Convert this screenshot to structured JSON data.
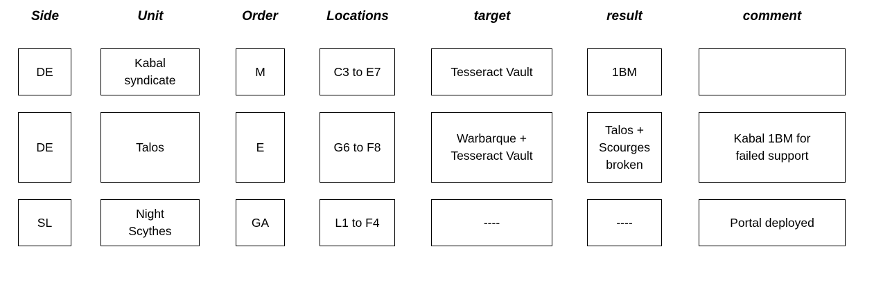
{
  "table": {
    "headers": [
      {
        "label": "Side",
        "name": "column-header-side"
      },
      {
        "label": "Unit",
        "name": "column-header-unit"
      },
      {
        "label": "Order",
        "name": "column-header-order"
      },
      {
        "label": "Locations",
        "name": "column-header-locations"
      },
      {
        "label": "target",
        "name": "column-header-target"
      },
      {
        "label": "result",
        "name": "column-header-result"
      },
      {
        "label": "comment",
        "name": "column-header-comment"
      }
    ],
    "rows": [
      {
        "side": "DE",
        "unit": "Kabal\nsyndicate",
        "order": "M",
        "locations": "C3 to E7",
        "target": "Tesseract Vault",
        "result": "1BM",
        "comment": ""
      },
      {
        "side": "DE",
        "unit": "Talos",
        "order": "E",
        "locations": "G6 to F8",
        "target": "Warbarque +\nTesseract Vault",
        "result": "Talos +\nScourges\nbroken",
        "comment": "Kabal 1BM for\nfailed support"
      },
      {
        "side": "SL",
        "unit": "Night\nScythes",
        "order": "GA",
        "locations": "L1 to F4",
        "target": "----",
        "result": "----",
        "comment": "Portal deployed"
      }
    ]
  },
  "colors": {
    "background": "#ffffff",
    "border": "#000000",
    "text": "#000000"
  }
}
